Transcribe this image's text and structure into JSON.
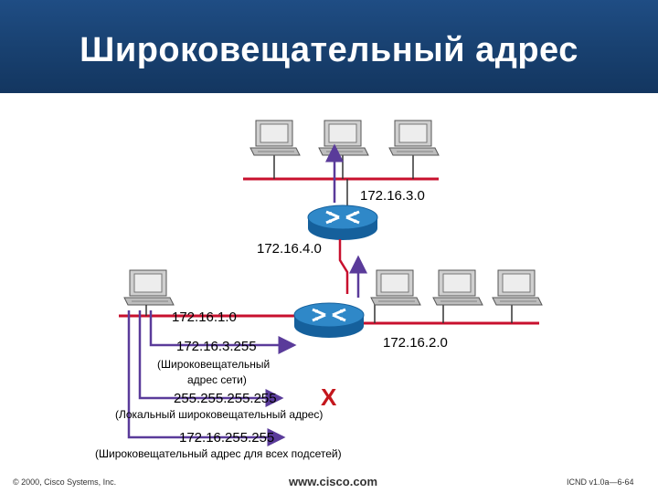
{
  "title": "Широковещательный адрес",
  "networks": {
    "net3": "172.16.3.0",
    "net4": "172.16.4.0",
    "net1": "172.16.1.0",
    "net2": "172.16.2.0"
  },
  "addresses": {
    "directed": "172.16.3.255",
    "directed_desc_line1": "(Широковещательный",
    "directed_desc_line2": "адрес сети)",
    "local": "255.255.255.255",
    "local_desc": "(Локальный широковещательный адрес)",
    "all_subnets": "172.16.255.255",
    "all_subnets_desc": "(Широковещательный адрес для всех подсетей)"
  },
  "blocked_mark": "X",
  "footer": {
    "copyright": "© 2000, Cisco Systems, Inc.",
    "url": "www.cisco.com",
    "code": "ICND v1.0a—6-64"
  },
  "colors": {
    "header_bg": "#1f4d84",
    "segment_line": "#c8102e",
    "router_body": "#1b75bc",
    "arrow_purple": "#5a3b9a",
    "blocked_x": "#c4171d"
  }
}
